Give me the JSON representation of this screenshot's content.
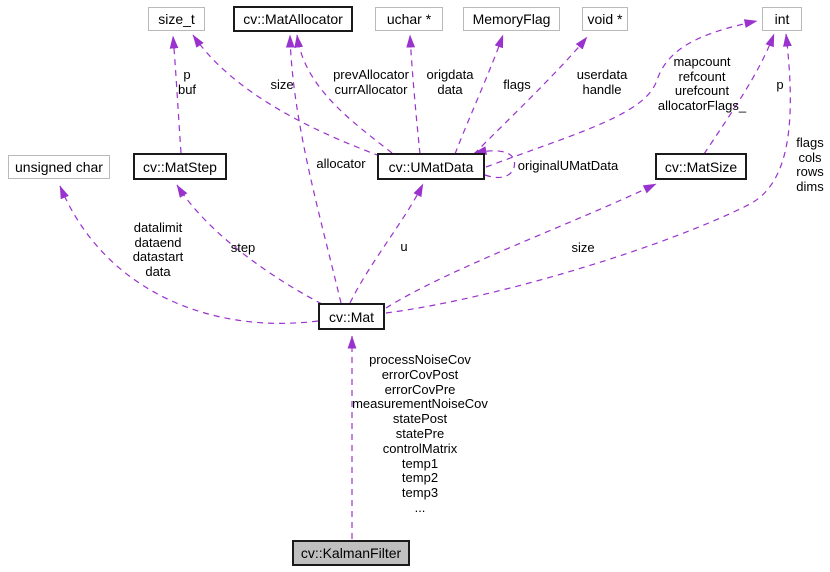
{
  "diagram_type": "collaboration-diagram",
  "nodes": {
    "size_t": {
      "label": "size_t"
    },
    "matallocator": {
      "label": "cv::MatAllocator"
    },
    "ucharptr": {
      "label": "uchar *"
    },
    "memoryflag": {
      "label": "MemoryFlag"
    },
    "voidptr": {
      "label": "void *"
    },
    "int": {
      "label": "int"
    },
    "unsignedchar": {
      "label": "unsigned char"
    },
    "matstep": {
      "label": "cv::MatStep"
    },
    "umatdata": {
      "label": "cv::UMatData"
    },
    "matsize": {
      "label": "cv::MatSize"
    },
    "mat": {
      "label": "cv::Mat"
    },
    "kalmanfilter": {
      "label": "cv::KalmanFilter"
    }
  },
  "edge_labels": {
    "p_buf": "p\nbuf",
    "size_to_sizet": "size",
    "prev_curr_allocator": "prevAllocator\ncurrAllocator",
    "origdata_data": "origdata\ndata",
    "flags": "flags",
    "userdata_handle": "userdata\nhandle",
    "mapcount_group": "mapcount\nrefcount\nurefcount\nallocatorFlags_",
    "p": "p",
    "flags_cols_rows_dims": "flags\ncols\nrows\ndims",
    "allocator": "allocator",
    "original_umatdata": "originalUMatData",
    "datalimit_group": "datalimit\ndataend\ndatastart\ndata",
    "step": "step",
    "u": "u",
    "size_to_matsize": "size",
    "mat_members": "processNoiseCov\nerrorCovPost\nerrorCovPre\nmeasurementNoiseCov\nstatePost\nstatePre\ncontrolMatrix\ntemp1\ntemp2\ntemp3\n..."
  },
  "colors": {
    "edge": "#9a32cd",
    "class_border": "#1a1a1a",
    "external_border": "#b9b9b9",
    "main_node_fill": "#bfbfbf",
    "background": "#ffffff"
  }
}
